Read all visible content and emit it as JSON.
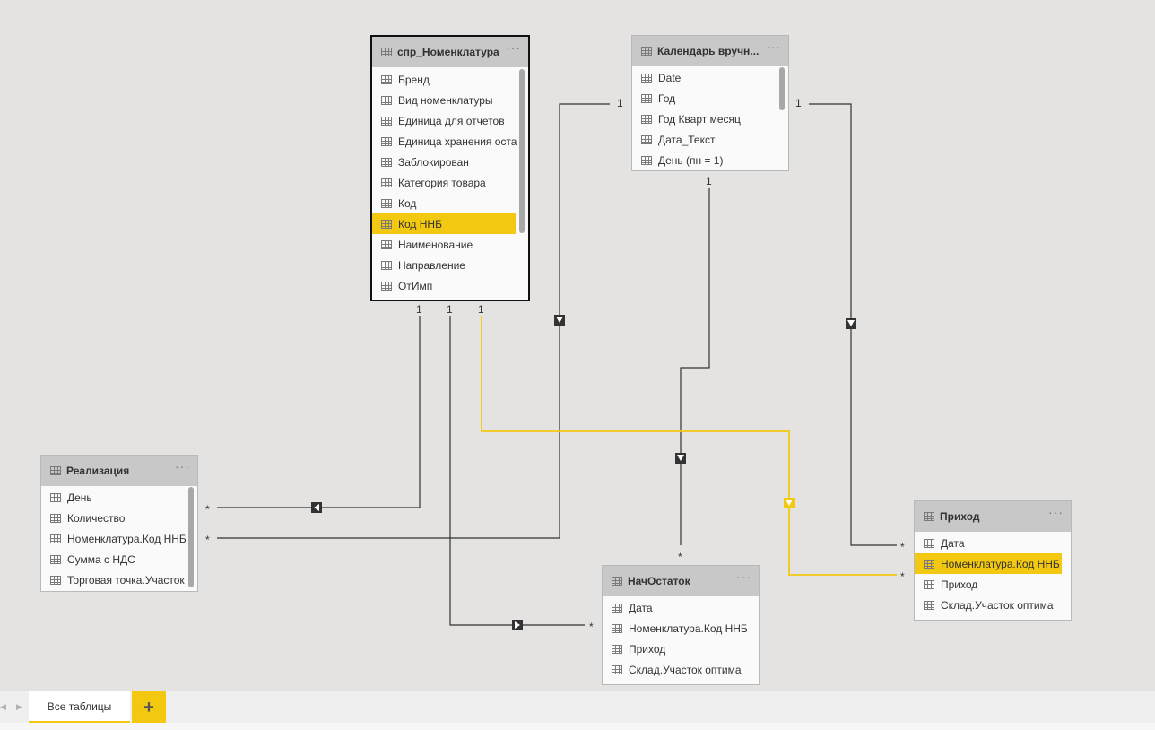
{
  "colors": {
    "accent": "#f2c811",
    "line": "#333333"
  },
  "tables": {
    "nomenclature": {
      "title": "спр_Номенклатура",
      "fields": [
        "Бренд",
        "Вид номенклатуры",
        "Единица для отчетов",
        "Единица хранения оста",
        "Заблокирован",
        "Категория товара",
        "Код",
        "Код ННБ",
        "Наименование",
        "Направление",
        "ОтИмп"
      ],
      "highlighted_field": "Код ННБ"
    },
    "calendar": {
      "title": "Календарь вручн...",
      "fields": [
        "Date",
        "Год",
        "Год Кварт месяц",
        "Дата_Текст",
        "День (пн = 1)"
      ]
    },
    "sales": {
      "title": "Реализация",
      "fields": [
        "День",
        "Количество",
        "Номенклатура.Код ННБ",
        "Сумма с НДС",
        "Торговая точка.Участок"
      ]
    },
    "opening_balance": {
      "title": "НачОстаток",
      "fields": [
        "Дата",
        "Номенклатура.Код ННБ",
        "Приход",
        "Склад.Участок оптима"
      ]
    },
    "income": {
      "title": "Приход",
      "fields": [
        "Дата",
        "Номенклатура.Код ННБ",
        "Приход",
        "Склад.Участок оптима"
      ],
      "highlighted_field": "Номенклатура.Код ННБ"
    }
  },
  "cardinality": {
    "one": "1",
    "many": "*"
  },
  "more_menu": "···",
  "footer": {
    "tab_label": "Все таблицы",
    "add_label": "+"
  },
  "icons": [
    "table-icon",
    "more-icon",
    "filter-arrow-icon",
    "nav-left-icon",
    "nav-right-icon",
    "add-icon"
  ]
}
